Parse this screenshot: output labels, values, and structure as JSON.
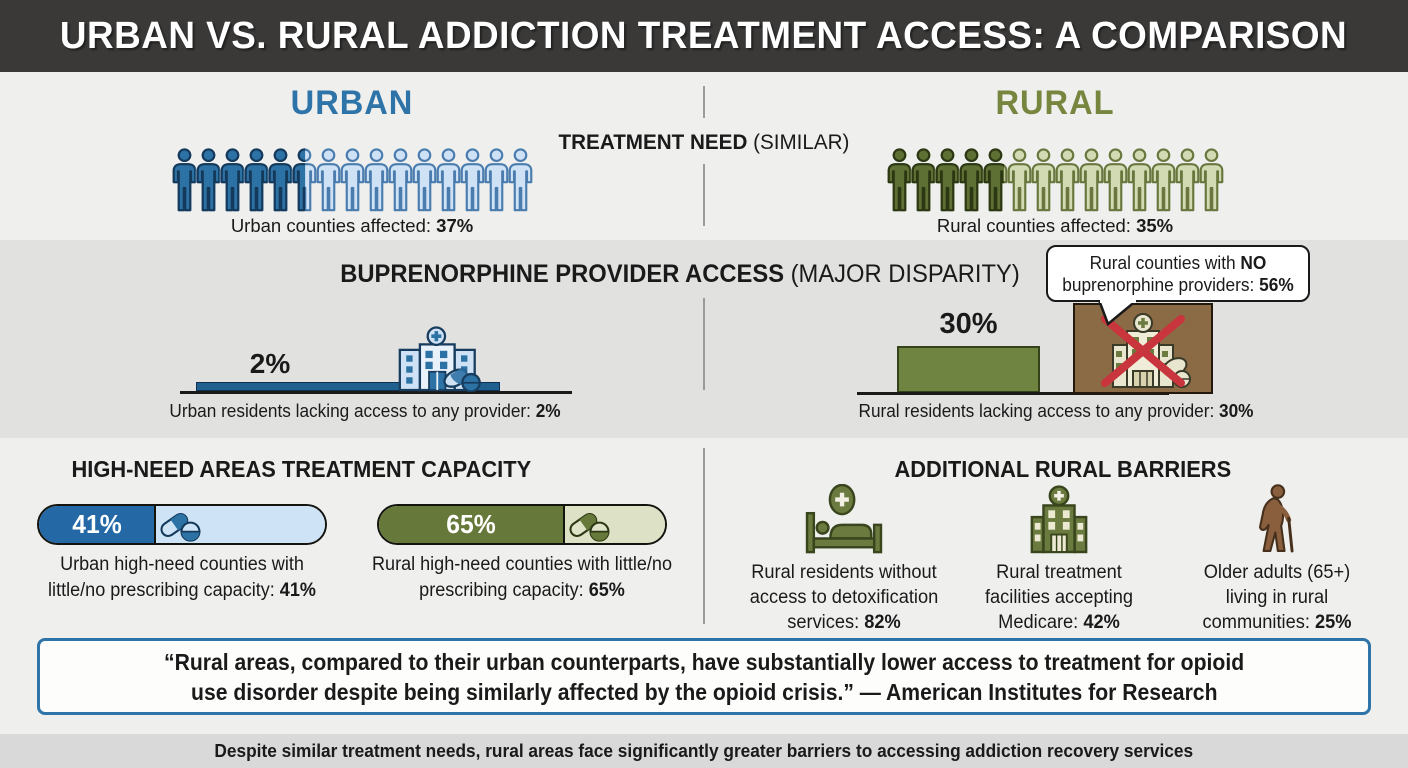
{
  "title": "URBAN VS. RURAL ADDICTION TREATMENT ACCESS: A COMPARISON",
  "columns": {
    "urban": "URBAN",
    "rural": "RURAL"
  },
  "sections": {
    "need": {
      "heading_bold": "TREATMENT NEED",
      "heading_note": " (SIMILAR)",
      "urban": {
        "icons": 15,
        "percent": 37,
        "caption": "Urban counties affected: ",
        "value": "37%"
      },
      "rural": {
        "icons": 14,
        "percent": 35,
        "caption": "Rural counties affected: ",
        "value": "35%"
      }
    },
    "access": {
      "heading_bold": "BUPRENORPHINE PROVIDER ACCESS",
      "heading_note": " (MAJOR DISPARITY)",
      "urban_bar_label": "2%",
      "rural_bar_label": "30%",
      "urban_caption": "Urban residents lacking access to any provider: ",
      "urban_value": "2%",
      "rural_caption": "Rural residents lacking access to any provider: ",
      "rural_value": "30%",
      "callout": {
        "t1": "Rural counties with ",
        "b1": "NO",
        "t2": " buprenorphine providers: ",
        "b2": "56%"
      }
    },
    "capacity": {
      "heading": "HIGH-NEED AREAS TREATMENT CAPACITY",
      "urban": {
        "percent": 41,
        "pct_label": "41%",
        "caption": "Urban high-need counties with little/no prescribing capacity: ",
        "value": "41%"
      },
      "rural": {
        "percent": 65,
        "pct_label": "65%",
        "caption": "Rural high-need counties with little/no prescribing capacity: ",
        "value": "65%"
      }
    },
    "barriers": {
      "heading": "ADDITIONAL RURAL BARRIERS",
      "items": [
        {
          "icon": "detox-bed-icon",
          "caption": "Rural residents without access to detoxification services: ",
          "value": "82%"
        },
        {
          "icon": "medicare-hospital-icon",
          "caption": "Rural treatment facilities accepting Medicare: ",
          "value": "42%"
        },
        {
          "icon": "older-adult-cane-icon",
          "caption": "Older adults (65+) living in rural communities: ",
          "value": "25%"
        }
      ]
    }
  },
  "quote": {
    "line1": "“Rural areas, compared to their urban counterparts, have substantially lower access to treatment for opioid",
    "line2": "use disorder despite being similarly affected by the opioid crisis.” — American Institutes for Research"
  },
  "footer": "Despite similar treatment needs, rural areas face significantly greater barriers to accessing addiction recovery services",
  "colors": {
    "header_bg": "#3a3938",
    "urban_blue": "#2d72a5",
    "urban_light": "#cfe3f7",
    "rural_olive": "#5e7033",
    "rural_light": "#d2dab3",
    "bar_green": "#6f8440",
    "brown_box": "#8a6b46",
    "red_x": "#c8353c",
    "quote_border": "#2e74a8",
    "section2_bg": "#e1e1e0"
  },
  "chart_data": [
    {
      "type": "pictograph",
      "title": "Treatment Need (Similar)",
      "categories": [
        "Urban counties affected",
        "Rural counties affected"
      ],
      "values": [
        37,
        35
      ],
      "unit": "%"
    },
    {
      "type": "bar",
      "title": "Buprenorphine Provider Access (Major Disparity)",
      "categories": [
        "Urban residents lacking access to any provider",
        "Rural residents lacking access to any provider"
      ],
      "values": [
        2,
        30
      ],
      "unit": "%",
      "annotation": "Rural counties with NO buprenorphine providers: 56%"
    },
    {
      "type": "bar",
      "title": "High-Need Areas Treatment Capacity",
      "categories": [
        "Urban high-need counties with little/no prescribing capacity",
        "Rural high-need counties with little/no prescribing capacity"
      ],
      "values": [
        41,
        65
      ],
      "unit": "%"
    },
    {
      "type": "bar",
      "title": "Additional Rural Barriers",
      "categories": [
        "Rural residents without access to detoxification services",
        "Rural treatment facilities accepting Medicare",
        "Older adults (65+) living in rural communities"
      ],
      "values": [
        82,
        42,
        25
      ],
      "unit": "%"
    }
  ]
}
